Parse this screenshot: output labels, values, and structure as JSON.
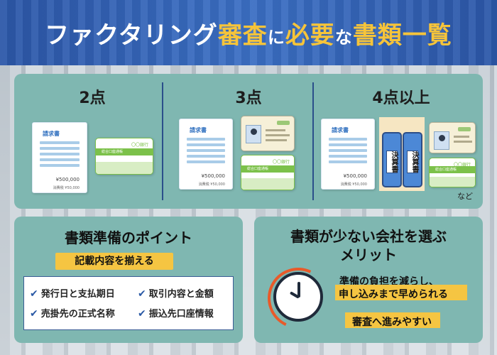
{
  "header": {
    "title_part1": "ファクタリング",
    "title_part2": "審査",
    "title_part3": "に",
    "title_part4": "必要",
    "title_part5": "な",
    "title_part6": "書類一覧"
  },
  "top": {
    "columns": [
      {
        "label": "2点"
      },
      {
        "label": "3点"
      },
      {
        "label": "4点以上"
      }
    ],
    "invoice": {
      "title": "請求書",
      "amount": "¥500,000",
      "tax": "消費税 ¥50,000"
    },
    "passbook": {
      "bank_label": "〇〇銀行",
      "title": "総合口座通帳"
    },
    "binder_labels": [
      "決算書",
      "決算書"
    ],
    "etc_label": "など"
  },
  "points": {
    "title": "書類準備のポイント",
    "badge": "記載内容を揃える",
    "items": [
      "発行日と支払期日",
      "取引内容と金額",
      "売掛先の正式名称",
      "振込先口座情報"
    ]
  },
  "merits": {
    "title_line1": "書類が少ない会社を選ぶ",
    "title_line2": "メリット",
    "text1": "準備の負担を減らし、",
    "text2": "申し込みまで早められる",
    "text3": "審査へ進みやすい"
  },
  "colors": {
    "accent": "#f5c542",
    "panel": "#7fb7b1",
    "banner": "#2c57a8"
  }
}
